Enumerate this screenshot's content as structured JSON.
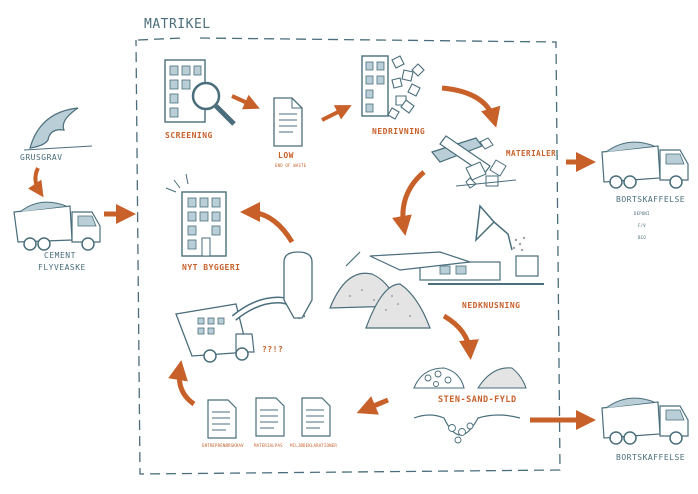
{
  "title": "MATRIKEL",
  "colors": {
    "orange": "#c8602a",
    "blue": "#4a6e7c",
    "light_blue": "#b9ced6",
    "gray": "#9aa3a8"
  },
  "labels": {
    "screening": "SCREENING",
    "low": "LOW",
    "low_sub": "END OF WASTE",
    "nedrivning": "NEDRIVNING",
    "materialer": "MATERIALER",
    "nedknusning": "NEDKNUSNING",
    "sten_sand_fyld": "STEN-SAND-FYLD",
    "nyt_byggeri": "NYT BYGGERI",
    "unknown": "??!?",
    "grusgrav": "GRUSGRAV",
    "cement": "CEMENT",
    "flyveaske": "FLYVEASKE",
    "bortskaffelse_top": "BORTSKAFFELSE",
    "bortskaffelse_bottom": "BORTSKAFFELSE",
    "disposal_items": [
      "DEPONI",
      "F/V",
      "BIO"
    ],
    "documents": [
      "ENTREPRENØRSKRAV",
      "MATERIALPAS",
      "MILJØDEKLARATIONER"
    ]
  }
}
